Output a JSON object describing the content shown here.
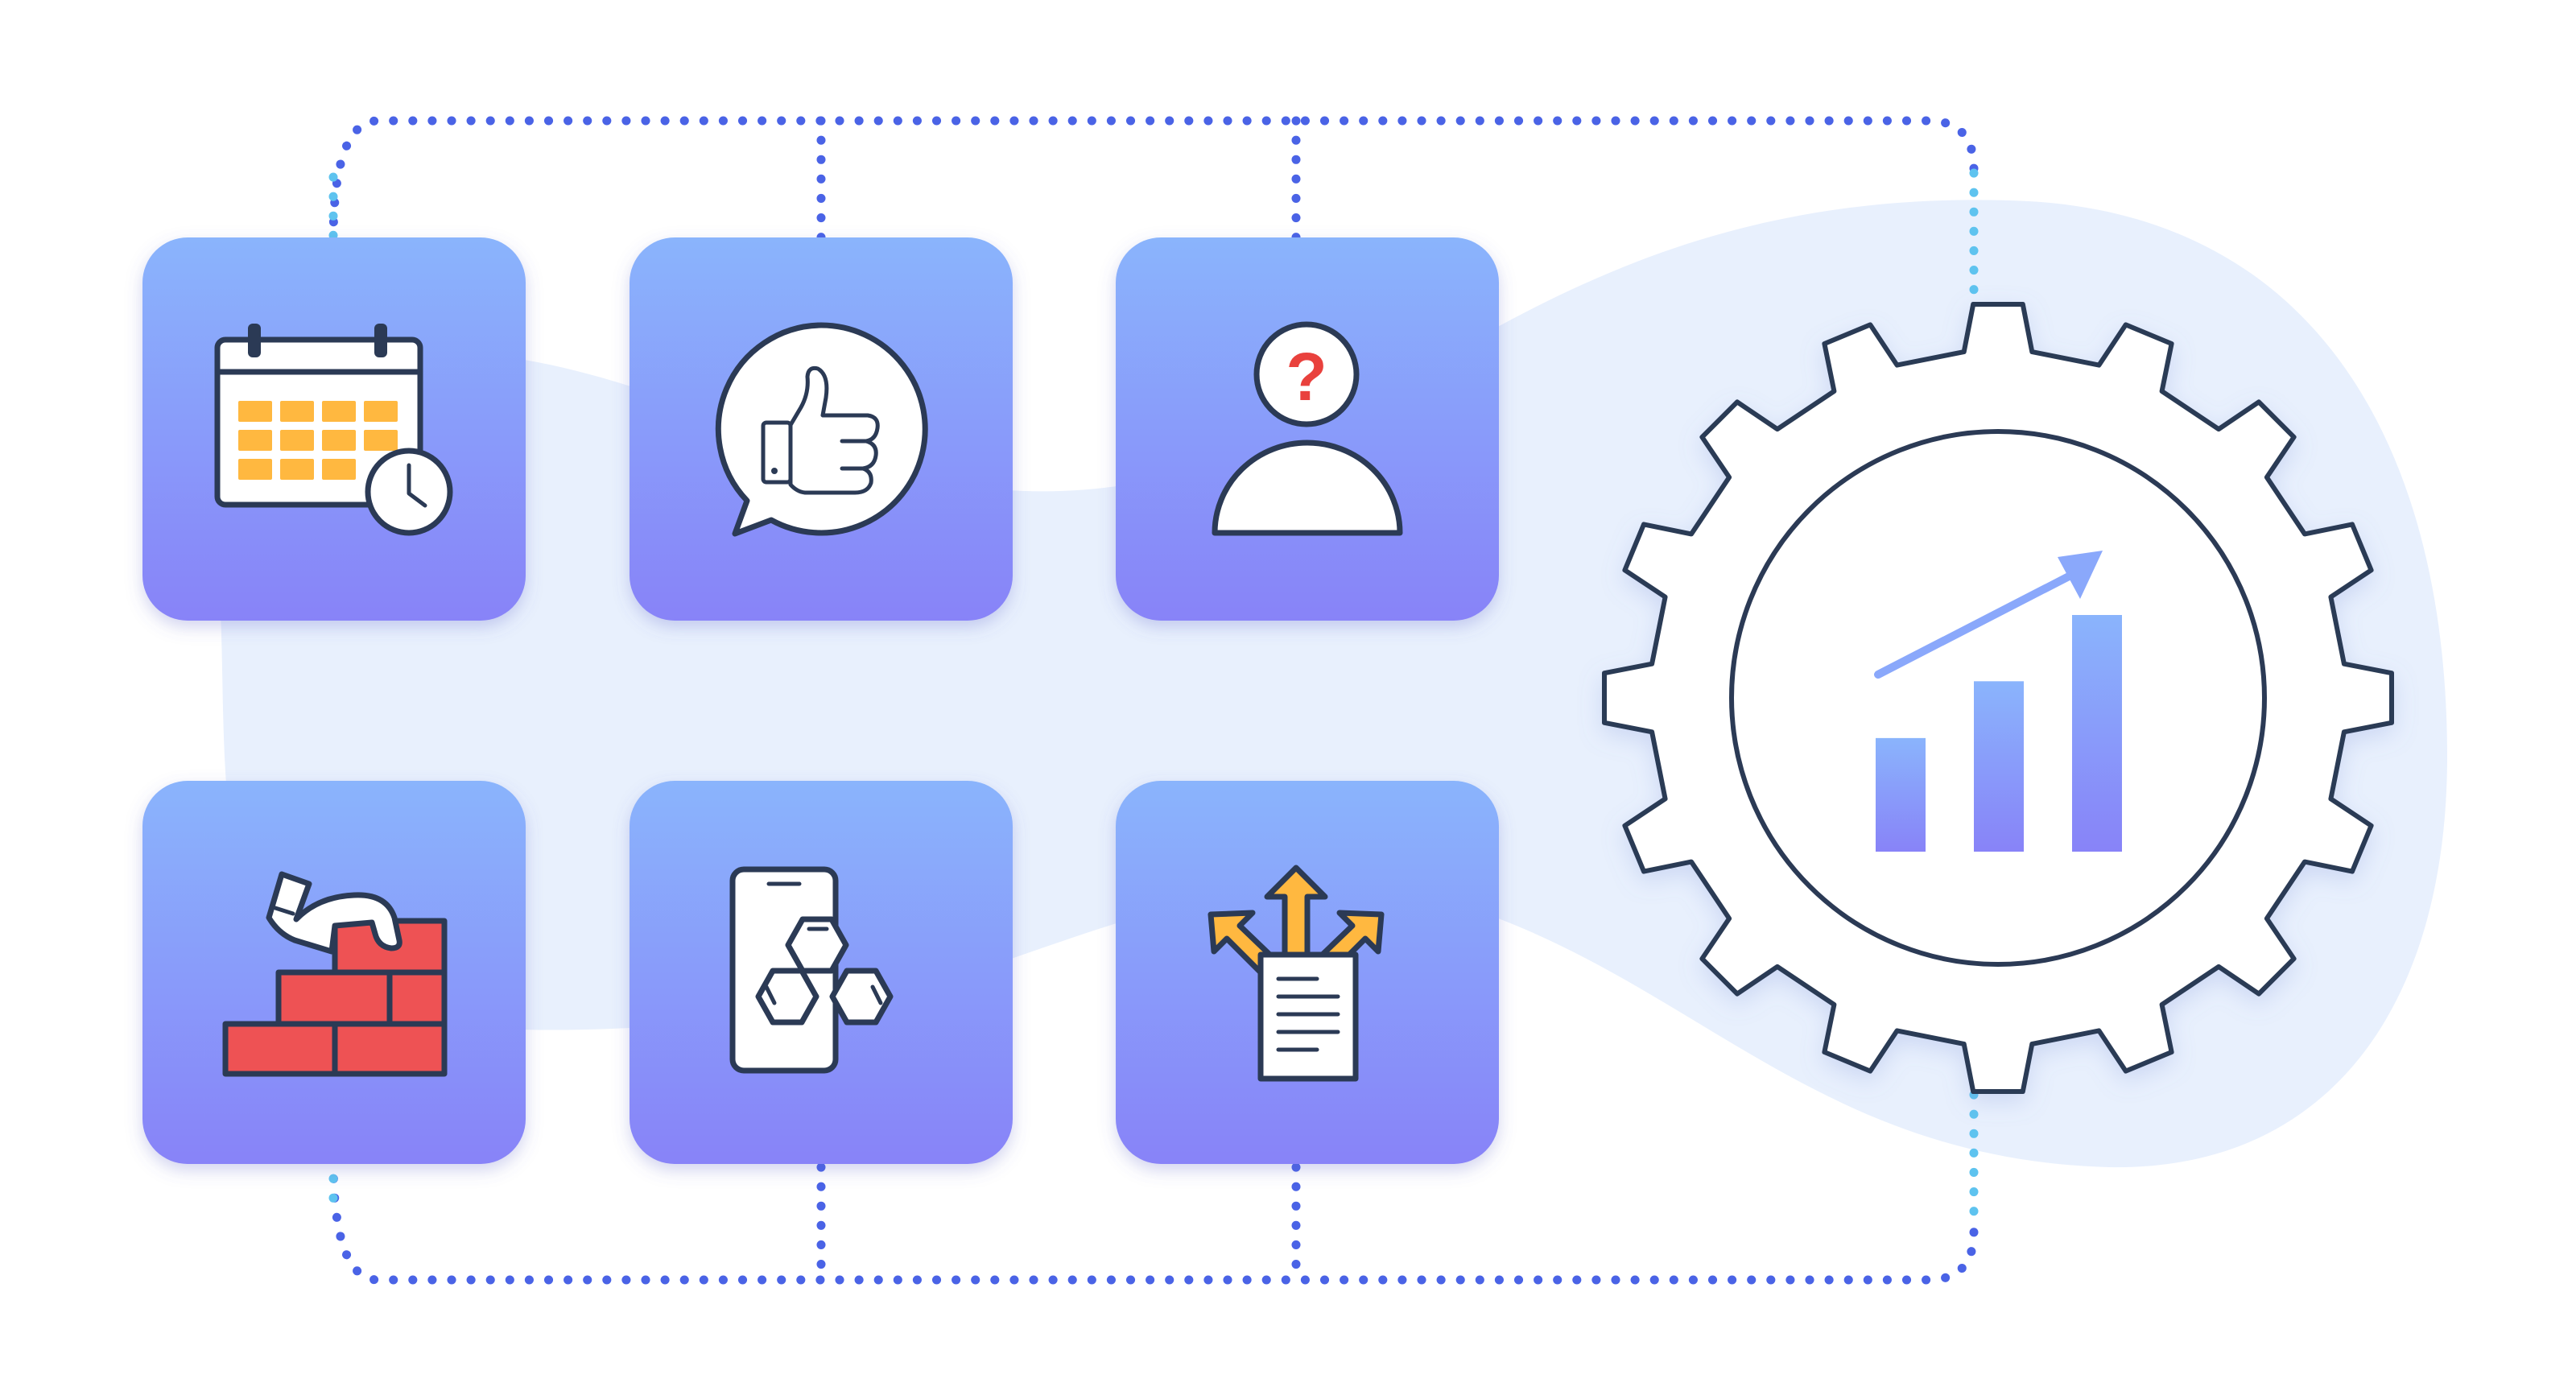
{
  "colors": {
    "background": "#ffffff",
    "blob": "#e8f0fd",
    "card_top": "#8ab4fc",
    "card_bottom": "#8883f8",
    "connector_dark": "#4a63e6",
    "connector_light": "#5ec3ef",
    "outline": "#2b3a55",
    "calendar_cells": "#ffb840",
    "bricks": "#ee5254",
    "question_mark": "#e9413d",
    "arrows": "#ffb840",
    "gear_fill": "#ffffff",
    "bar_top": "#8ab4fc",
    "bar_bottom": "#8883f8"
  },
  "cards": [
    {
      "id": "schedule",
      "icon": "calendar-clock-icon"
    },
    {
      "id": "feedback",
      "icon": "thumbs-up-speech-bubble-icon"
    },
    {
      "id": "question",
      "icon": "person-question-icon"
    },
    {
      "id": "build",
      "icon": "hand-laying-brick-wall-icon"
    },
    {
      "id": "mobile",
      "icon": "smartphone-hexagons-icon"
    },
    {
      "id": "distribute",
      "icon": "document-three-arrows-icon"
    }
  ],
  "hub": {
    "icon": "gear-growth-chart-icon",
    "bar_levels": [
      0.48,
      0.72,
      1.0
    ]
  }
}
